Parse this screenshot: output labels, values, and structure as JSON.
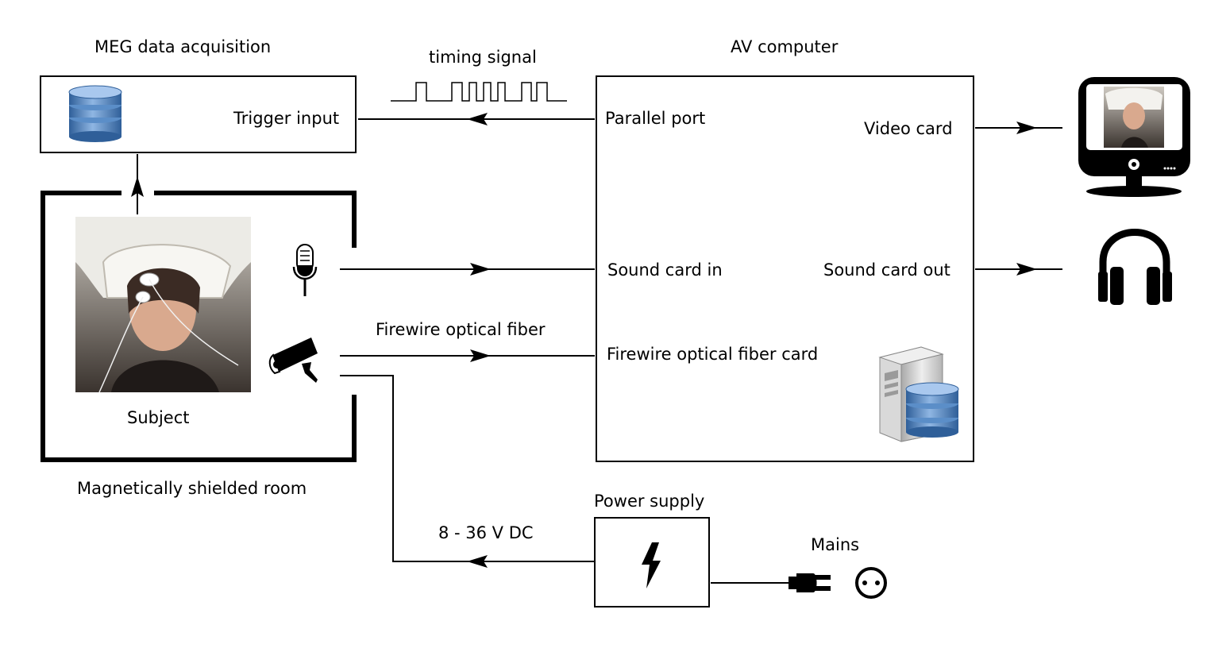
{
  "labels": {
    "meg_title": "MEG data acquisition",
    "trigger_input": "Trigger input",
    "timing_signal": "timing signal",
    "av_title": "AV computer",
    "parallel_port": "Parallel port",
    "video_card": "Video card",
    "sound_card_in": "Sound card in",
    "sound_card_out": "Sound card out",
    "firewire_fiber": "Firewire optical fiber",
    "firewire_card": "Firewire optical fiber card",
    "subject": "Subject",
    "shielded_room": "Magnetically shielded room",
    "power_supply": "Power supply",
    "voltage": "8 - 36 V DC",
    "mains": "Mains"
  },
  "colors": {
    "line": "#000000",
    "database_blue": "#5b8ec8",
    "database_dark": "#2f5f99",
    "server_grey": "#c9c9c9",
    "photo_helmet": "#e8e6df",
    "photo_bg": "#7a6e62"
  },
  "icons": [
    "database-icon",
    "photo-of-subject",
    "microphone-icon",
    "camera-icon",
    "monitor-icon",
    "headphones-icon",
    "server-database-icon",
    "lightning-icon",
    "plug-icon",
    "socket-icon"
  ]
}
